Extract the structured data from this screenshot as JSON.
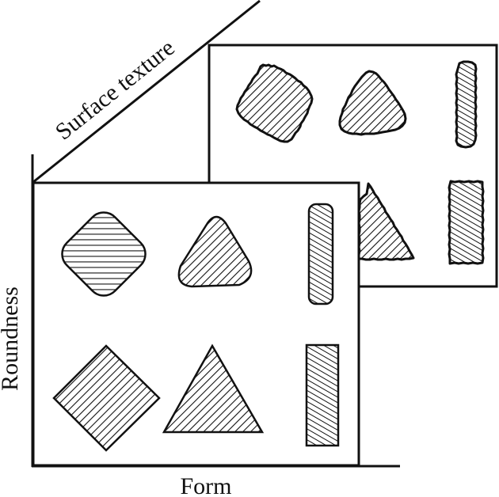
{
  "labels": {
    "surface_texture": "Surface texture",
    "roundness": "Roundness",
    "form": "Form"
  },
  "panels": [
    {
      "name": "front-panel",
      "rows": [
        [
          "rounded-square",
          "rounded-triangle",
          "rounded-bar"
        ],
        [
          "square",
          "triangle",
          "bar"
        ]
      ]
    },
    {
      "name": "back-panel",
      "rows": [
        [
          "rough-rounded-square",
          "rough-rounded-triangle",
          "rough-rounded-bar"
        ],
        [
          "rough-triangle",
          "rough-bar"
        ]
      ]
    }
  ],
  "colors": {
    "stroke": "#111111",
    "hatch": "#111111",
    "background": "#ffffff"
  }
}
